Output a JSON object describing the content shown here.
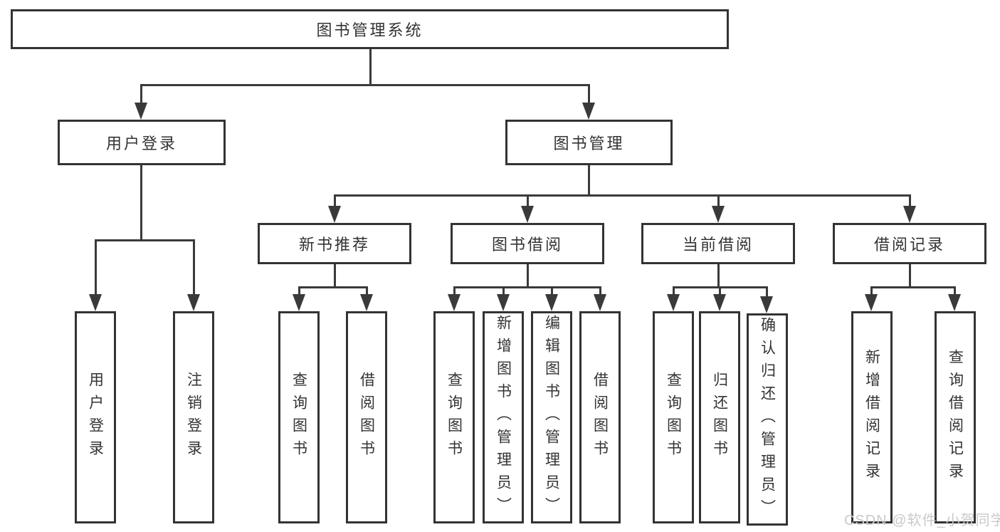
{
  "diagram": {
    "root": {
      "label": "图书管理系统"
    },
    "level2": {
      "user_login": {
        "label": "用户登录"
      },
      "book_management": {
        "label": "图书管理"
      }
    },
    "level3": {
      "new_book_recommend": {
        "label": "新书推荐"
      },
      "book_borrow": {
        "label": "图书借阅"
      },
      "current_borrow": {
        "label": "当前借阅"
      },
      "borrow_records": {
        "label": "借阅记录"
      }
    },
    "leaves": {
      "user_login": {
        "label": "用户登录"
      },
      "logout": {
        "label": "注销登录"
      },
      "nb_query_book": {
        "label": "查询图书"
      },
      "nb_borrow_book": {
        "label": "借阅图书"
      },
      "bb_query_book": {
        "label": "查询图书"
      },
      "bb_add_book_admin": {
        "label": "新增图书（管理员）"
      },
      "bb_edit_book_admin": {
        "label": "编辑图书（管理员）"
      },
      "bb_borrow_book": {
        "label": "借阅图书"
      },
      "cb_query_book": {
        "label": "查询图书"
      },
      "cb_return_book": {
        "label": "归还图书"
      },
      "cb_confirm_return_admin": {
        "label": "确认归还（管理员）"
      },
      "br_add_record": {
        "label": "新增借阅记录"
      },
      "br_query_record": {
        "label": "查询借阅记录"
      }
    }
  },
  "watermark": {
    "text": "CSDN @软件_小贺同学"
  },
  "colors": {
    "line": "#3a3a3a",
    "border": "#333333",
    "text": "#333333",
    "watermark": "#c9c9c9",
    "background": "#ffffff"
  }
}
